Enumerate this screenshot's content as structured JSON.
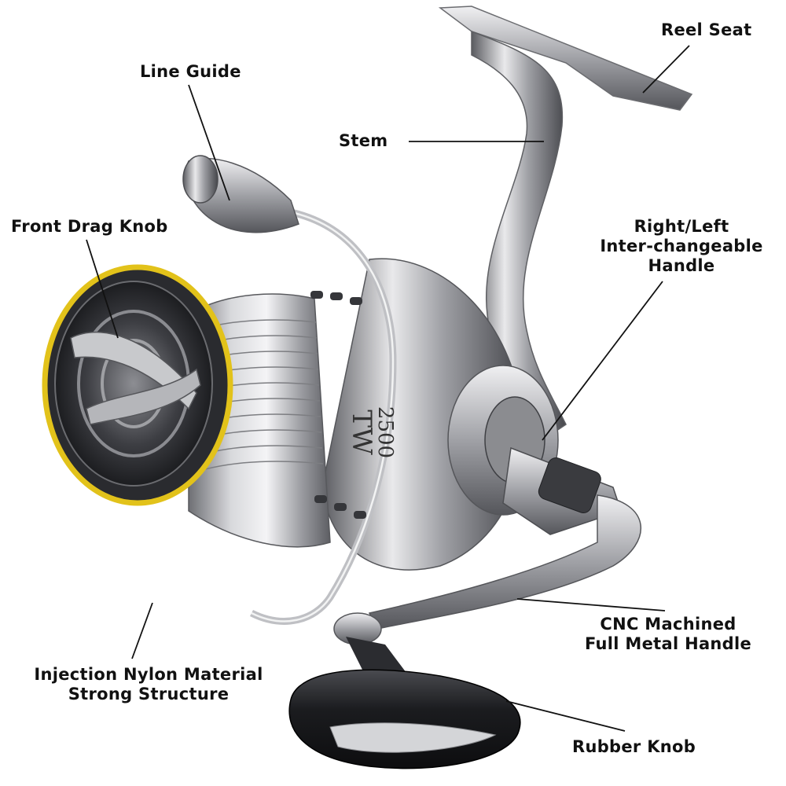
{
  "labels": {
    "reel_seat": "Reel Seat",
    "line_guide": "Line Guide",
    "stem": "Stem",
    "front_drag_knob": "Front Drag Knob",
    "handle_line1": "Right/Left",
    "handle_line2": "Inter-changeable",
    "handle_line3": "Handle",
    "cnc_line1": "CNC Machined",
    "cnc_line2": "Full Metal Handle",
    "nylon_line1": "Injection Nylon Material",
    "nylon_line2": "Strong Structure",
    "rubber_knob": "Rubber Knob"
  },
  "spool_marking": {
    "model": "TW",
    "size": "2500"
  },
  "colors": {
    "metal_light": "#e6e6e8",
    "metal_mid": "#a9aaae",
    "metal_dark": "#4a4b50",
    "spool_ring": "#e2c21a",
    "knob_black": "#1e1f22",
    "text": "#111111"
  }
}
